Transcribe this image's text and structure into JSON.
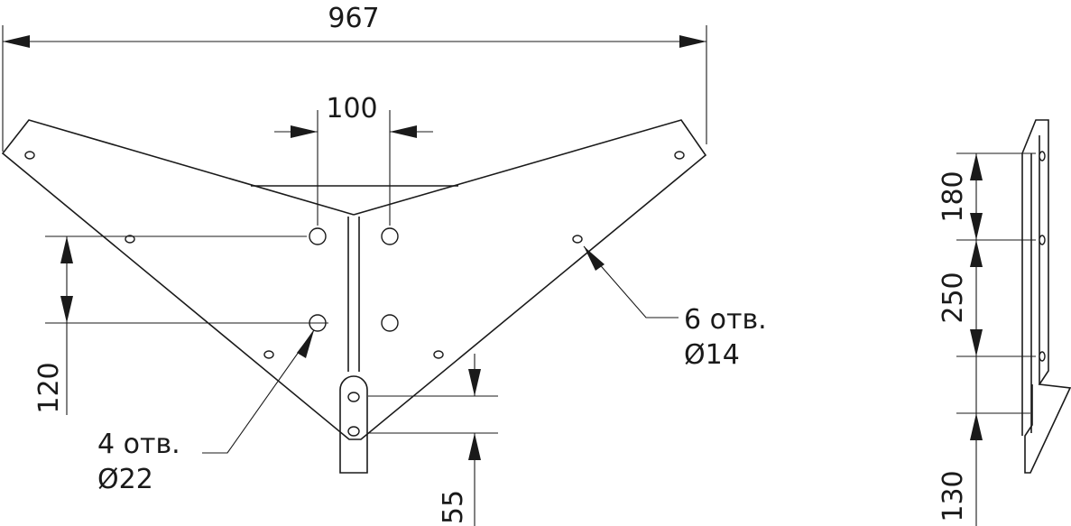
{
  "dimensions": {
    "overall_width": "967",
    "hole_spacing_horizontal": "100",
    "hole_spacing_vertical": "120",
    "bottom_offset": "55",
    "side_top": "180",
    "side_middle": "250",
    "side_bottom": "130"
  },
  "callouts": {
    "small_holes_count": "6 отв.",
    "small_holes_diameter": "Ø14",
    "large_holes_count": "4 отв.",
    "large_holes_diameter": "Ø22"
  }
}
